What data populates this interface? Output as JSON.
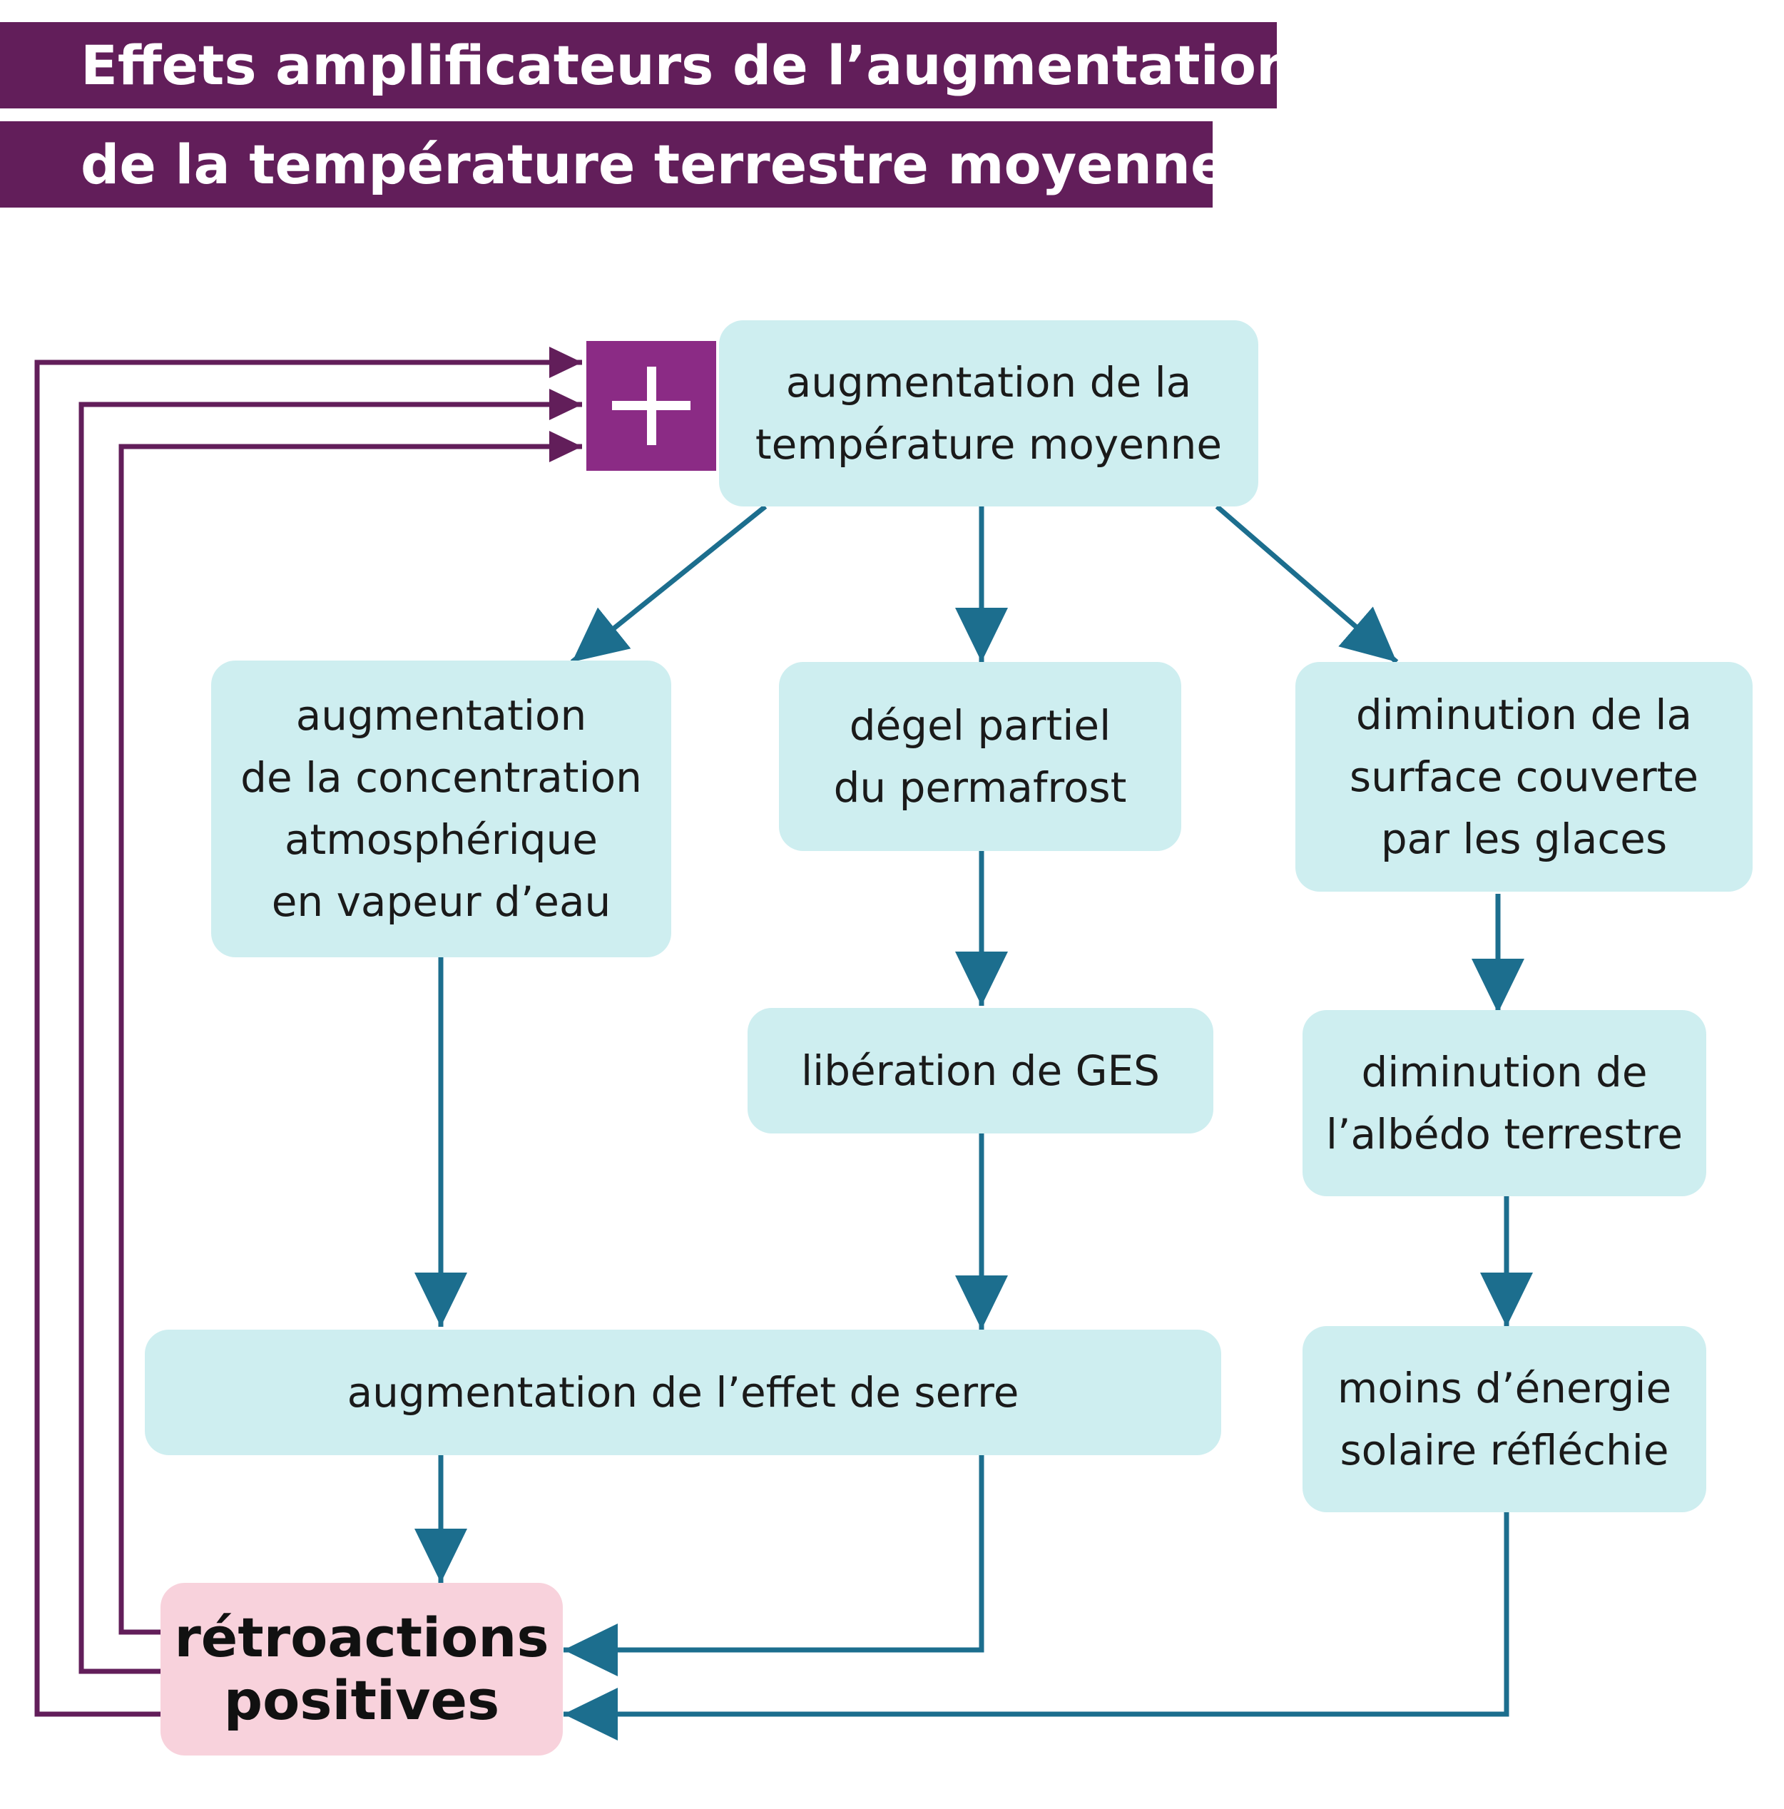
{
  "title": {
    "line1": "Effets amplificateurs de l’augmentation",
    "line2": "de la température terrestre moyenne"
  },
  "plus_sign": "+",
  "nodes": {
    "temperature": "augmentation de la\ntempérature moyenne",
    "vapeur": "augmentation\nde la concentration\natmosphérique\nen vapeur d’eau",
    "permafrost": "dégel partiel\ndu permafrost",
    "glaces": "diminution de la\nsurface couverte\npar les glaces",
    "ges": "libération de GES",
    "albedo": "diminution de\nl’albédo terrestre",
    "effet_serre": "augmentation de l’effet de serre",
    "energie": "moins d’énergie\nsolaire réfléchie",
    "retroactions": "rétroactions\npositives"
  },
  "colors": {
    "title_band": "#621e5a",
    "box_fill": "#ceeef0",
    "pink_fill": "#f8d2dc",
    "plus_fill": "#8b2b85",
    "blue_arrow": "#1c6e8e",
    "purple_arrow": "#621e5a"
  }
}
